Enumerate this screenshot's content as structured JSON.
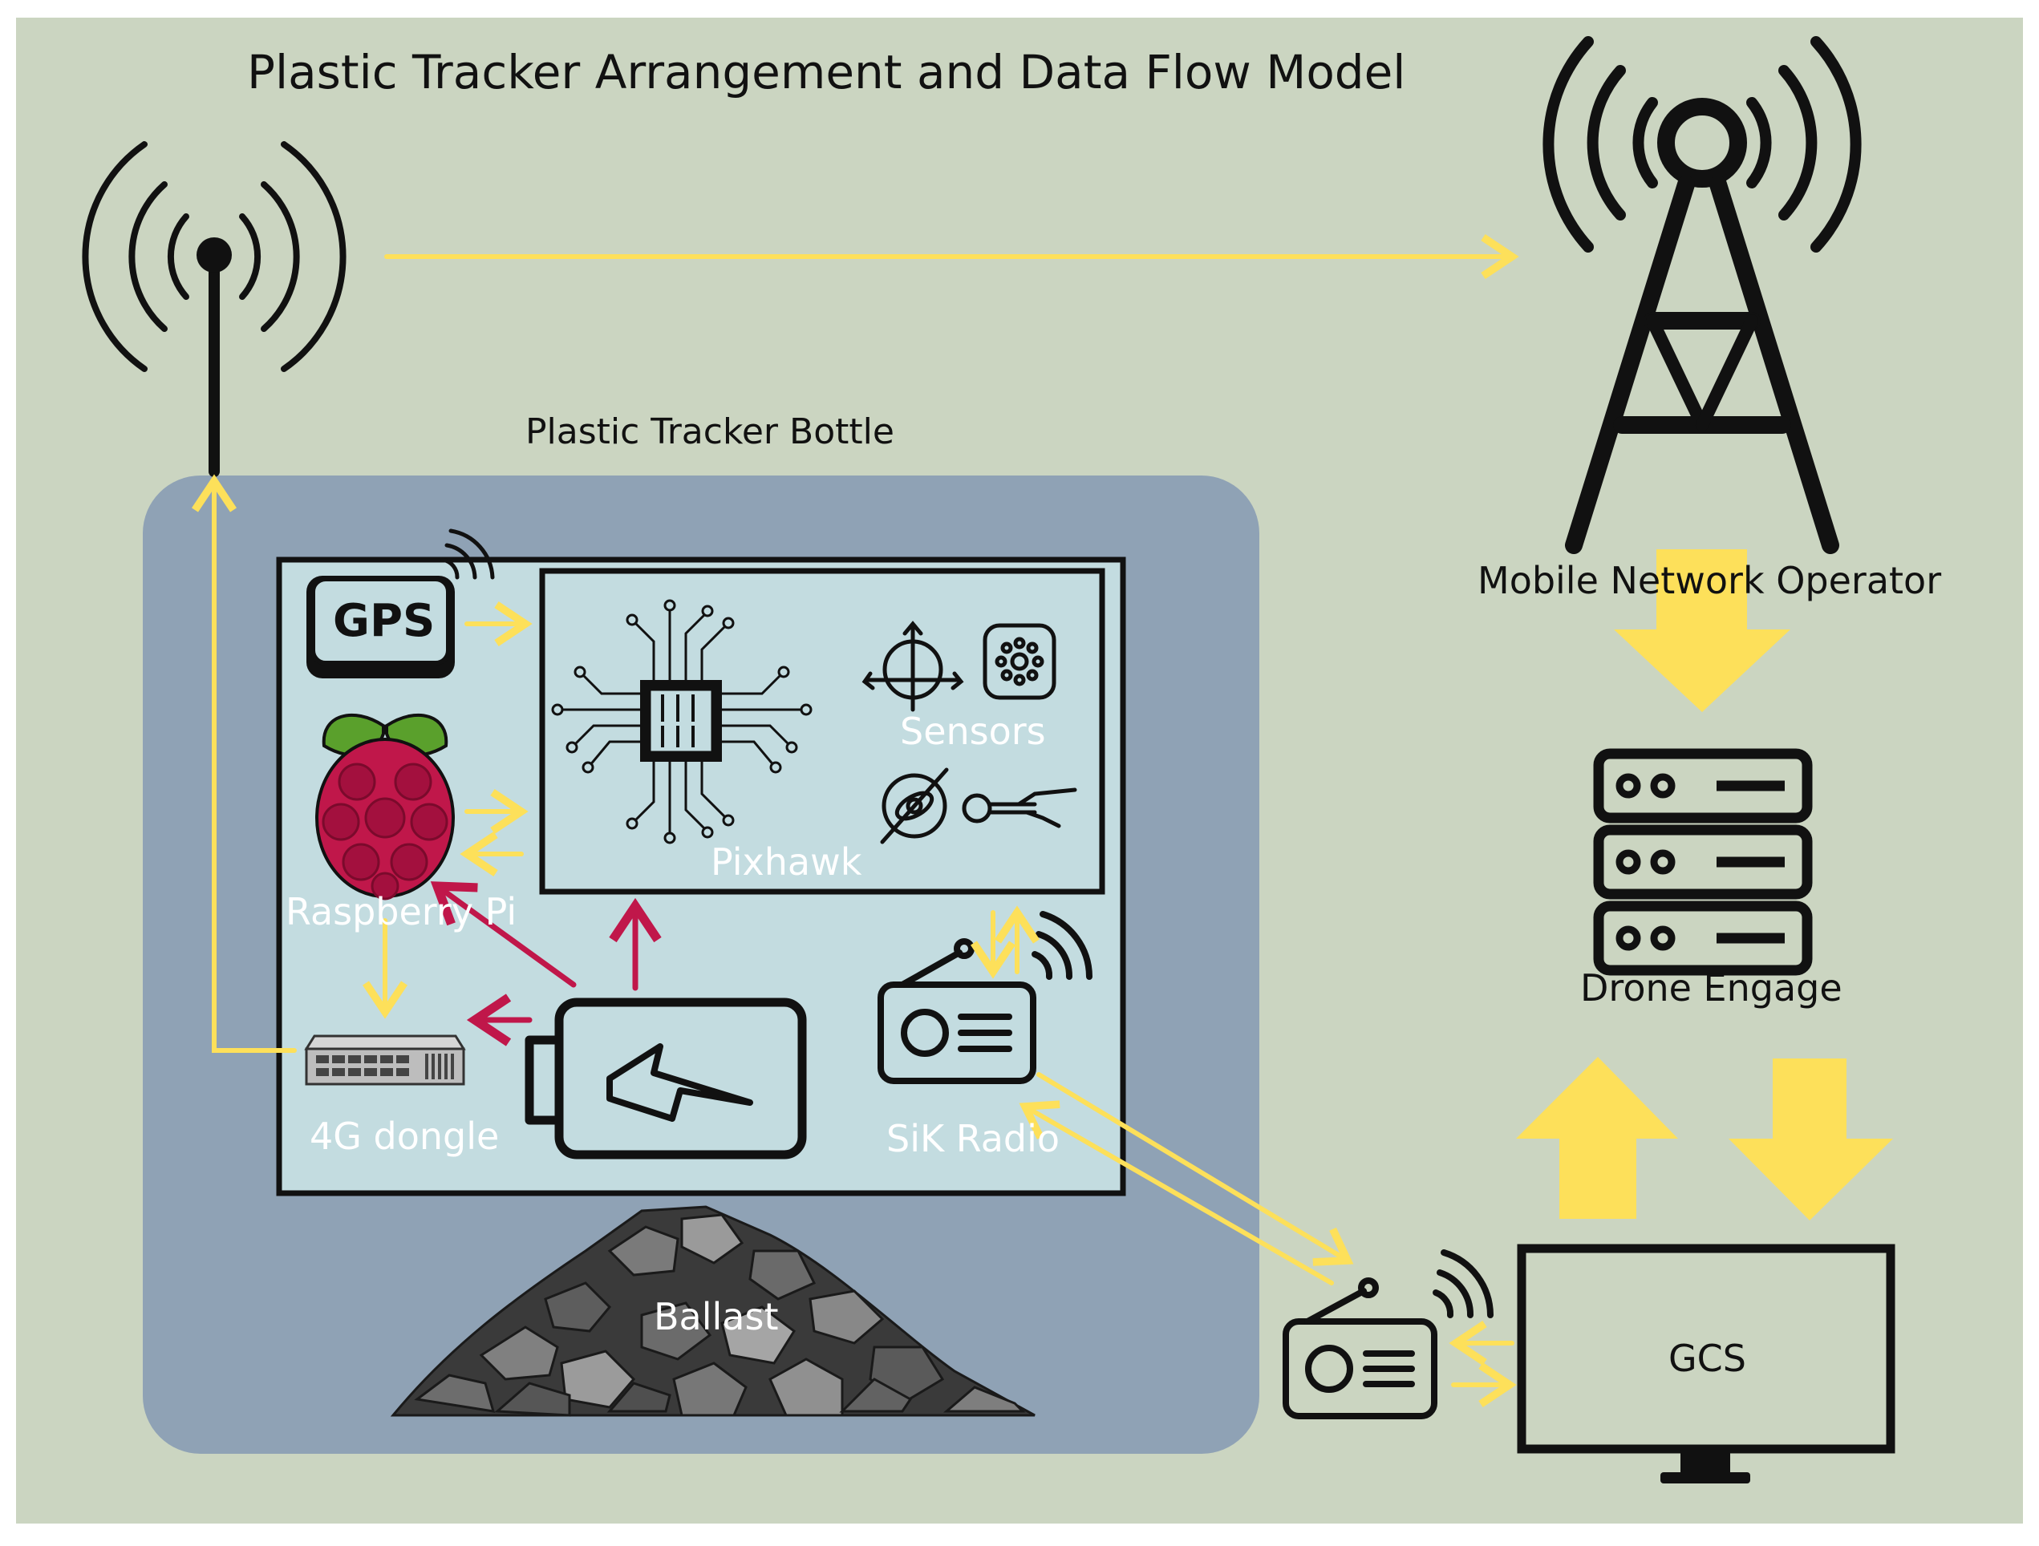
{
  "title": "Plastic Tracker Arrangement and Data Flow Model",
  "bottle_label": "Plastic Tracker Bottle",
  "mno_label": "Mobile Network Operator",
  "server_label": "Drone Engage",
  "gcs_label": "GCS",
  "gps_label": "GPS",
  "pixhawk_label": "Pixhawk",
  "sensors_label": "Sensors",
  "rpi_label": "Raspberry Pi",
  "dongle_label": "4G dongle",
  "sik_label": "SiK Radio",
  "ballast_label": "Ballast",
  "icons": [
    "antenna-icon",
    "cell-tower-icon",
    "server-rack-icon",
    "monitor-icon",
    "radio-icon",
    "gps-icon",
    "chip-icon",
    "battery-icon",
    "raspberry-pi-icon",
    "router-icon",
    "rocks-icon"
  ],
  "colors": {
    "background": "#cbd5c1",
    "bottle": "#8fa2b5",
    "panel": "#c3dce0",
    "data_arrow": "#fde05a",
    "power_arrow": "#c0174a",
    "ink": "#111111"
  }
}
